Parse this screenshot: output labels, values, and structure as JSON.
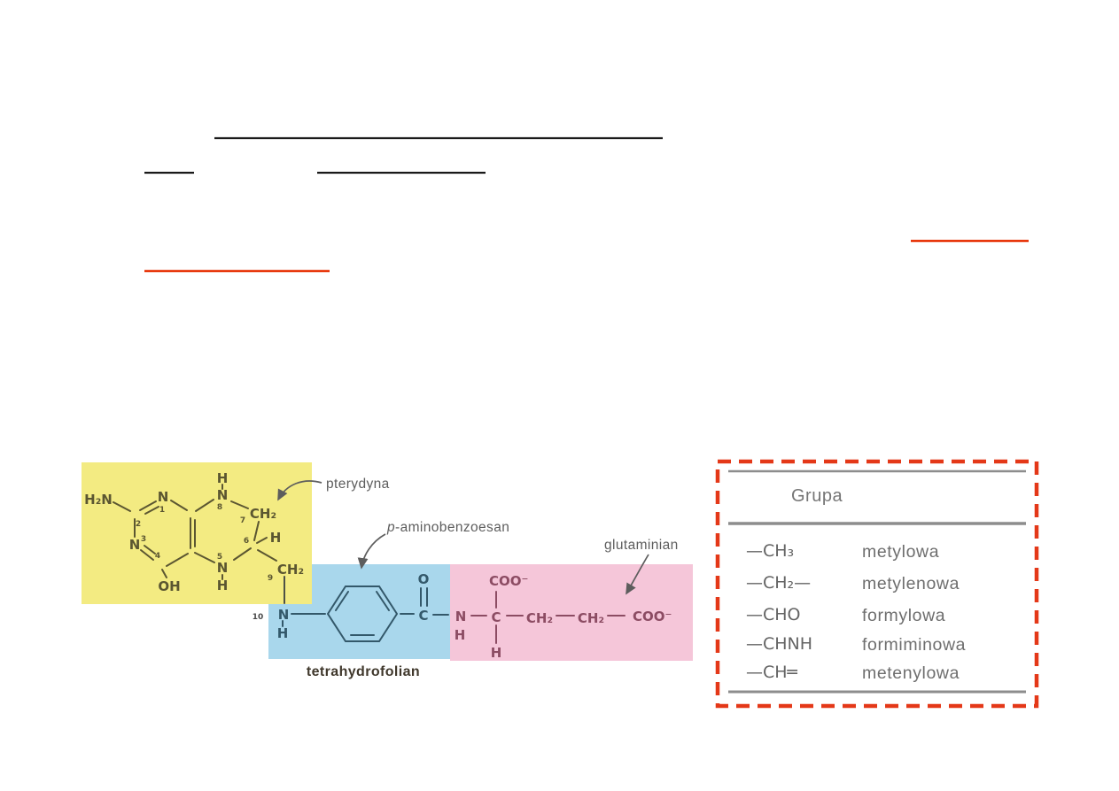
{
  "figure": {
    "caption": "tetrahydrofolian",
    "callouts": {
      "pteridine": "pterydyna",
      "paba_prefix": "p",
      "paba_rest": "-aminobenzoesan",
      "glutamate": "glutaminian"
    },
    "colors": {
      "pteridine_bg": "#f3eb82",
      "paba_bg": "#a9d7ec",
      "glutamate_bg": "#f5c6d9"
    },
    "atoms": {
      "h2n": "H₂N",
      "n1": "N",
      "n3": "N",
      "oh": "OH",
      "h8": "H",
      "n8": "N",
      "ch2_7": "CH₂",
      "h6": "H",
      "n5": "N",
      "h5": "H",
      "ch2_9": "CH₂",
      "n10": "N",
      "h10": "H",
      "o_carbonyl": "O",
      "c_carbonyl": "C",
      "n_amide": "N",
      "h_amide": "H",
      "coo_top": "COO⁻",
      "c_alpha": "C",
      "h_alpha": "H",
      "ch2_beta": "CH₂",
      "ch2_gamma": "CH₂",
      "coo_end": "COO⁻"
    },
    "ring_numbers": {
      "p1": "1",
      "p2": "2",
      "p3": "3",
      "p4": "4",
      "p5": "5",
      "p6": "6",
      "p7": "7",
      "p8": "8",
      "p9": "9",
      "p10": "10"
    }
  },
  "table": {
    "header": "Grupa",
    "border_color": "#e43818",
    "rows": [
      {
        "formula": "—CH₃",
        "name": "metylowa"
      },
      {
        "formula": "—CH₂—",
        "name": "metylenowa"
      },
      {
        "formula": "—CHO",
        "name": "formylowa"
      },
      {
        "formula": "—CHNH",
        "name": "formiminowa"
      },
      {
        "formula": "—CH═",
        "name": "metenylowa"
      }
    ]
  }
}
